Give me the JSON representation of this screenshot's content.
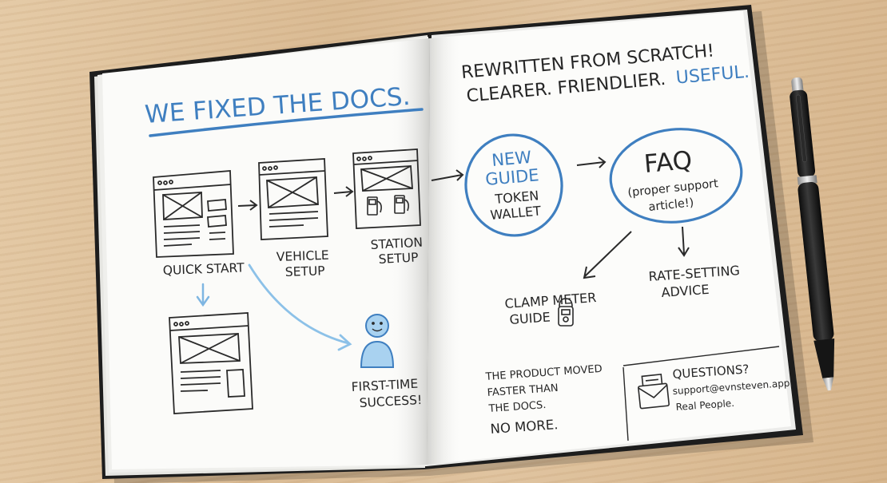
{
  "left_page": {
    "title": "WE FIXED THE DOCS.",
    "flow": {
      "quick_start": "QUICK START",
      "vehicle_setup": [
        "VEHICLE",
        "SETUP"
      ],
      "station_setup": [
        "STATION",
        "SETUP"
      ],
      "first_time_success": [
        "FIRST-TIME",
        "SUCCESS!"
      ]
    }
  },
  "right_page": {
    "headline": [
      "REWRITTEN FROM SCRATCH!",
      "CLEARER. FRIENDLIER."
    ],
    "headline_highlight": "USEFUL.",
    "new_guide": [
      "NEW",
      "GUIDE"
    ],
    "token_wallet": [
      "TOKEN",
      "WALLET"
    ],
    "faq_title": "FAQ",
    "faq_note": [
      "(proper support",
      "article!)"
    ],
    "clamp_meter": [
      "CLAMP METER",
      "GUIDE"
    ],
    "rate_setting": [
      "RATE-SETTING",
      "ADVICE"
    ],
    "footer_left": [
      "THE PRODUCT MOVED",
      "FASTER THAN",
      "THE DOCS."
    ],
    "footer_left_emphasis": "NO MORE.",
    "contact_title": "QUESTIONS?",
    "contact_email": "support@evnsteven.app.",
    "contact_note": "Real People."
  },
  "colors": {
    "accent_blue": "#3f7fc0",
    "ink": "#262626",
    "paper": "#fbfbf9",
    "cover": "#1d1d1d"
  },
  "icons": [
    "wireframe-icon",
    "fuel-pump-icon",
    "person-icon",
    "clamp-meter-icon",
    "envelope-icon",
    "pen-icon"
  ]
}
